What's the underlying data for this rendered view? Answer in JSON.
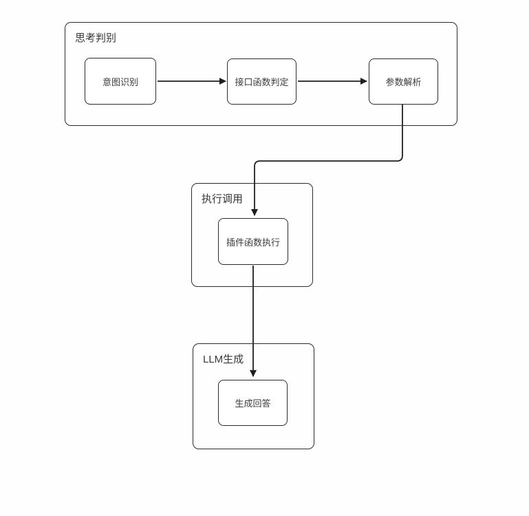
{
  "diagram": {
    "groups": [
      {
        "label": "思考判别"
      },
      {
        "label": "执行调用"
      },
      {
        "label": "LLM生成"
      }
    ],
    "nodes": [
      {
        "label": "意图识别"
      },
      {
        "label": "接口函数判定"
      },
      {
        "label": "参数解析"
      },
      {
        "label": "插件函数执行"
      },
      {
        "label": "生成回答"
      }
    ],
    "edges": [
      {
        "from": "意图识别",
        "to": "接口函数判定"
      },
      {
        "from": "接口函数判定",
        "to": "参数解析"
      },
      {
        "from": "参数解析",
        "to": "插件函数执行"
      },
      {
        "from": "插件函数执行",
        "to": "生成回答"
      }
    ],
    "colors": {
      "line": "#1e1e1e",
      "border": "#2b2b2b",
      "text": "#3c3c3c",
      "background": "#ffffff"
    }
  }
}
